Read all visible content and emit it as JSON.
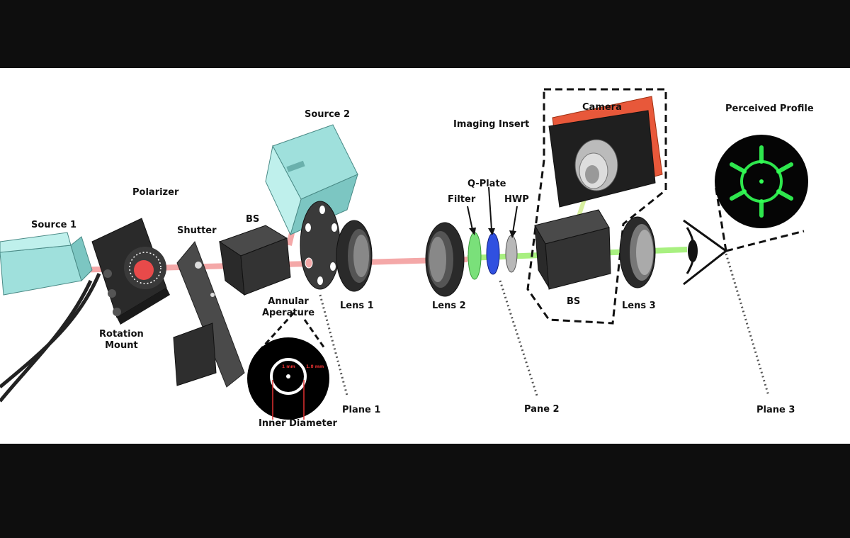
{
  "labels": {
    "source1": "Source 1",
    "polarizer": "Polarizer",
    "rotation_mount": "Rotation\nMount",
    "shutter": "Shutter",
    "source2": "Source 2",
    "bs1": "BS",
    "annular_aperture": "Annular\nAperature",
    "lens1": "Lens 1",
    "inner_diameter": "Inner Diameter",
    "plane1": "Plane 1",
    "lens2": "Lens 2",
    "filter": "Filter",
    "qplate": "Q-Plate",
    "hwp": "HWP",
    "imaging_insert": "Imaging Insert",
    "camera": "Camera",
    "bs2": "BS",
    "lens3": "Lens 3",
    "pane2": "Pane 2",
    "perceived_profile": "Perceived Profile",
    "plane3": "Plane 3",
    "inset_dim_inner": "1 mm",
    "inset_dim_outer": "1.8 mm"
  },
  "colors": {
    "source_body": "#9fe0dc",
    "red_beam": "#f4a8a8",
    "green_beam": "#a8f080",
    "camera_orange": "#e8583a",
    "filter_green": "#7ae07a",
    "qplate_blue": "#3050e0",
    "profile_green": "#33ff55"
  }
}
